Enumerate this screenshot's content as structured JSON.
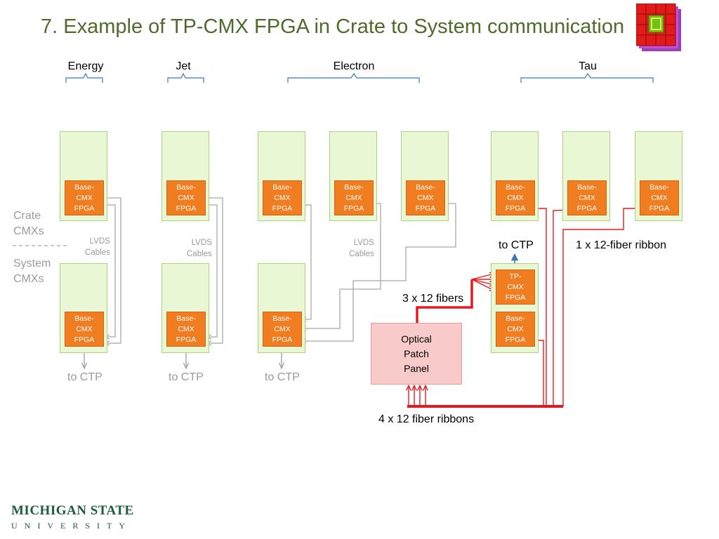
{
  "title": "7. Example of TP-CMX FPGA in Crate to System communication",
  "groups": {
    "energy": "Energy",
    "jet": "Jet",
    "electron": "Electron",
    "tau": "Tau"
  },
  "side_labels": {
    "crate": "Crate\nCMXs",
    "system": "System\nCMXs"
  },
  "chip_base": [
    "Base-",
    "CMX",
    "FPGA"
  ],
  "chip_tp": [
    "TP-",
    "CMX",
    "FPGA"
  ],
  "lvds_cables": [
    "LVDS",
    "Cables"
  ],
  "to_ctp": "to CTP",
  "patch_panel": [
    "Optical",
    "Patch",
    "Panel"
  ],
  "fiber_labels": {
    "three_by_twelve": "3 x 12 fibers",
    "one_ribbon": "1 x 12-fiber ribbon",
    "four_ribbons": "4 x 12 fiber ribbons"
  },
  "logo": {
    "line1": "MICHIGAN STATE",
    "line2": "UNIVERSITY"
  },
  "colors": {
    "title": "#4e6b2c",
    "card_fill": "#eaf7d4",
    "chip_fill": "#f07d1f",
    "fiber": "#e8191c",
    "cable": "#a8a8a8",
    "ctp_arrow": "#3a78b8",
    "brace": "#3a78c0"
  }
}
